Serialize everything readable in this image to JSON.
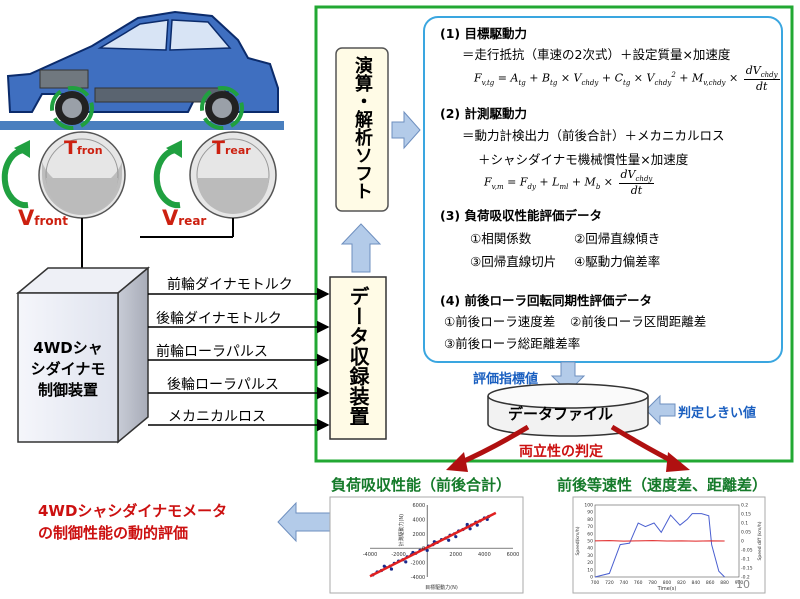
{
  "car": {
    "t_front": "T",
    "t_front_sub": "fron",
    "t_rear": "T",
    "t_rear_sub": "rear",
    "v_front": "V",
    "v_front_sub": "front",
    "v_rear": "V",
    "v_rear_sub": "rear"
  },
  "controller": {
    "line1": "4WDシャ",
    "line2": "シダイナモ",
    "line3": "制御装置"
  },
  "signals": [
    "前輪ダイナモトルク",
    "後輪ダイナモトルク",
    "前輪ローラパルス",
    "後輪ローラパルス",
    "メカニカルロス"
  ],
  "data_recorder": "データ収録装置",
  "analysis_software": "演算・解析ソフト",
  "sections": {
    "s1": {
      "title": "(1) 目標駆動力",
      "line": "＝走行抵抗（車速の2次式）＋設定質量×加速度"
    },
    "s2": {
      "title": "(2) 計測駆動力",
      "line1": "＝動力計検出力（前後合計）＋メカニカルロス",
      "line2": "＋シャシダイナモ機械慣性量×加速度"
    },
    "s3": {
      "title": "(3) 負荷吸収性能評価データ",
      "i1": "①相関係数",
      "i2": "②回帰直線傾き",
      "i3": "③回帰直線切片",
      "i4": "④駆動力偏差率"
    },
    "s4": {
      "title": "(4) 前後ローラ回転同期性評価データ",
      "i1": "①前後ローラ速度差",
      "i2": "②前後ローラ区間距離差",
      "i3": "③前後ローラ総距離差率"
    }
  },
  "evaluation_index": "評価指標値",
  "data_file": "データファイル",
  "threshold": "判定しきい値",
  "compat": "両立性の判定",
  "load_perf": "負荷吸収性能（前後合計）",
  "speed_perf": "前後等速性（速度差、距離差）",
  "result": {
    "line1": "4WDシャシダイナモメータ",
    "line2": "の制御性能の動的評価"
  },
  "page_number": "10",
  "colors": {
    "green_frame": "#22a833",
    "blue_frame": "#3aa6e0",
    "red": "#cc1010",
    "green_text": "#157a2a",
    "arrow_blue": "#8fb3e0"
  },
  "chart_data": [
    {
      "type": "scatter",
      "xlabel": "目標駆動力(N)",
      "ylabel": "計測駆動力(N)",
      "xlim": [
        -4000,
        6000
      ],
      "ylim": [
        -4000,
        6000
      ],
      "x_ticks": [
        "-4000",
        "-2000",
        "0",
        "2000",
        "4000",
        "6000"
      ],
      "y_ticks": [
        "6000",
        "4000",
        "2000",
        "0",
        "-2000",
        "-4000"
      ],
      "points": [
        [
          -3800,
          -3700
        ],
        [
          -3500,
          -3300
        ],
        [
          -3200,
          -3100
        ],
        [
          -2900,
          -2700
        ],
        [
          -2600,
          -2500
        ],
        [
          -2300,
          -2100
        ],
        [
          -2000,
          -1800
        ],
        [
          -1700,
          -1600
        ],
        [
          -1400,
          -1200
        ],
        [
          -1100,
          -900
        ],
        [
          -800,
          -700
        ],
        [
          -500,
          -300
        ],
        [
          -200,
          -100
        ],
        [
          100,
          300
        ],
        [
          400,
          500
        ],
        [
          700,
          800
        ],
        [
          1000,
          1200
        ],
        [
          1300,
          1400
        ],
        [
          1600,
          1800
        ],
        [
          1900,
          2000
        ],
        [
          2200,
          2400
        ],
        [
          2500,
          2600
        ],
        [
          2800,
          3000
        ],
        [
          3100,
          3200
        ],
        [
          3400,
          3600
        ],
        [
          3700,
          3800
        ],
        [
          4000,
          4200
        ],
        [
          4300,
          4400
        ],
        [
          -3000,
          -2500
        ],
        [
          -1500,
          -1900
        ],
        [
          0,
          -300
        ],
        [
          1500,
          1100
        ],
        [
          2800,
          3300
        ],
        [
          3500,
          3200
        ],
        [
          -2500,
          -2900
        ],
        [
          500,
          900
        ],
        [
          2000,
          1600
        ],
        [
          -1000,
          -600
        ],
        [
          4200,
          4000
        ],
        [
          3000,
          2700
        ]
      ],
      "regression": [
        [
          -4000,
          -3900
        ],
        [
          4800,
          4900
        ]
      ]
    },
    {
      "type": "line",
      "xlabel": "Time(s)",
      "ylabel": "Speed(km/h)",
      "y2label": "Speed diff (km/h)",
      "xlim": [
        700,
        900
      ],
      "ylim": [
        0,
        100
      ],
      "y2lim": [
        -0.2,
        0.2
      ],
      "x_ticks": [
        "700",
        "720",
        "740",
        "760",
        "780",
        "800",
        "820",
        "840",
        "860",
        "880",
        "900"
      ],
      "y_ticks": [
        "100",
        "90",
        "80",
        "70",
        "60",
        "50",
        "40",
        "30",
        "20",
        "10",
        "0"
      ],
      "y2_ticks": [
        "0.2",
        "0.15",
        "0.1",
        "0.05",
        "0",
        "-0.05",
        "-0.1",
        "-0.15",
        "-0.2"
      ],
      "series": [
        {
          "x": [
            700,
            720,
            735,
            748,
            760,
            770,
            782,
            792,
            805,
            818,
            828,
            835,
            848,
            858,
            862,
            872,
            880
          ],
          "y": [
            0,
            5,
            45,
            47,
            75,
            70,
            75,
            62,
            86,
            72,
            80,
            88,
            88,
            85,
            45,
            8,
            0
          ]
        },
        {
          "x": [
            700,
            720,
            740,
            760,
            780,
            800,
            820,
            840,
            860,
            880
          ],
          "y": [
            0.001,
            0.002,
            -0.001,
            0.001,
            0.002,
            0.0,
            0.001,
            -0.001,
            0.001,
            0.0
          ]
        }
      ]
    }
  ]
}
